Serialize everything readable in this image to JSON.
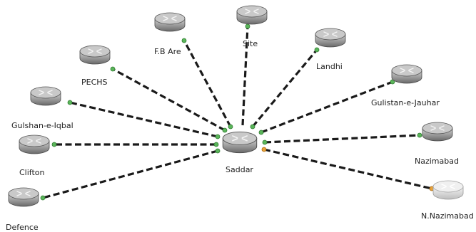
{
  "diagram": {
    "hub": {
      "name": "Saddar",
      "color": "#8e8e8e"
    },
    "routers": [
      {
        "name": "PECHS"
      },
      {
        "name": "F.B Are"
      },
      {
        "name": "Site"
      },
      {
        "name": "Landhi"
      },
      {
        "name": "Gulistan-e-Jauhar"
      },
      {
        "name": "Gulshan-e-Iqbal"
      },
      {
        "name": "Clifton"
      },
      {
        "name": "Nazimabad"
      },
      {
        "name": "Defence"
      },
      {
        "name": "N.Nazimabad",
        "color": "#e4e4e4"
      }
    ],
    "link_style": "dashed",
    "link_color": "#1a1a1a"
  }
}
